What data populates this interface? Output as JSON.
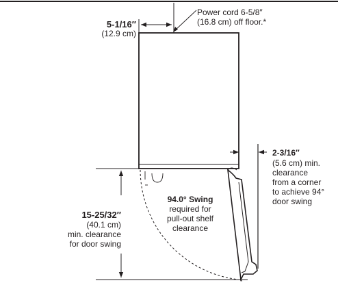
{
  "top_left_dimension": {
    "value": "5-1/16″",
    "metric": "(12.9 cm)"
  },
  "power_cord_note": {
    "line1": "Power cord 6-5/8″",
    "line2": "(16.8 cm) off floor.*"
  },
  "corner_clearance": {
    "value": "2-3/16″",
    "line1": "(5.6 cm) min.",
    "line2": "clearance",
    "line3": "from a corner",
    "line4": "to achieve 94°",
    "line5": "door swing"
  },
  "swing_note": {
    "title": "94.0° Swing",
    "line1": "required for",
    "line2": "pull-out shelf",
    "line3": "clearance"
  },
  "door_clearance": {
    "value": "15-25/32″",
    "metric": "(40.1 cm)",
    "line1": "min. clearance",
    "line2": "for door swing"
  },
  "colors": {
    "line": "#231f20",
    "background": "#ffffff"
  }
}
